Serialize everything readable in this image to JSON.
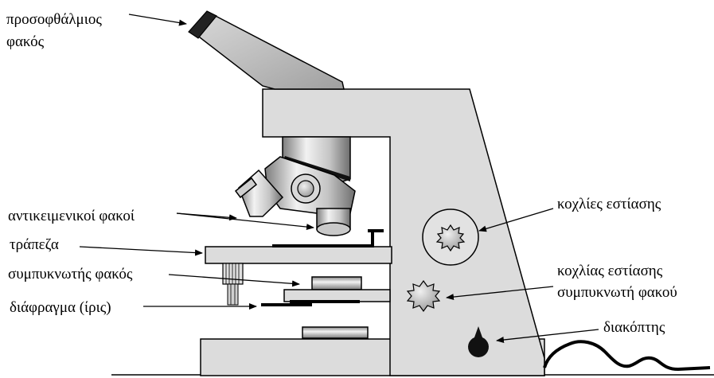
{
  "labels": {
    "eyepiece_line1": "προσοφθάλμιος",
    "eyepiece_line2": "φακός",
    "objectives": "αντικειμενικοί φακοί",
    "stage": "τράπεζα",
    "condenser": "συμπυκνωτής φακός",
    "diaphragm": "διάφραγμα (ίρις)",
    "focus_knobs": "κοχλίες εστίασης",
    "condenser_knob_line1": "κοχλίας εστίασης",
    "condenser_knob_line2": "συμπυκνωτή φακού",
    "switch": "διακόπτης"
  },
  "colors": {
    "body": "#dcdcdc",
    "metal_light": "#e6e6e6",
    "metal_dark": "#8a8a8a",
    "outline": "#000000",
    "background": "#ffffff"
  }
}
